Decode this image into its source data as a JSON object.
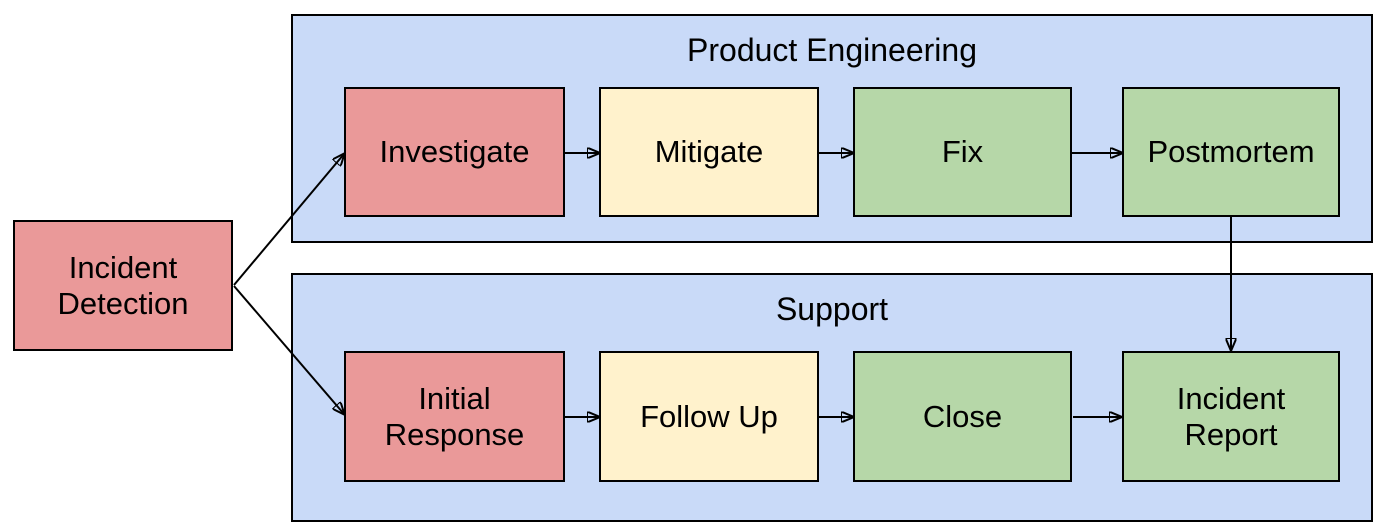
{
  "diagram": {
    "start": {
      "label": "Incident Detection",
      "fill": "#ea9999"
    },
    "lanes": [
      {
        "title": "Product Engineering",
        "fill": "#c9daf8",
        "nodes": [
          {
            "label": "Investigate",
            "fill": "#ea9999"
          },
          {
            "label": "Mitigate",
            "fill": "#fff2cc"
          },
          {
            "label": "Fix",
            "fill": "#b6d7a8"
          },
          {
            "label": "Postmortem",
            "fill": "#b6d7a8"
          }
        ]
      },
      {
        "title": "Support",
        "fill": "#c9daf8",
        "nodes": [
          {
            "label": "Initial Response",
            "fill": "#ea9999"
          },
          {
            "label": "Follow Up",
            "fill": "#fff2cc"
          },
          {
            "label": "Close",
            "fill": "#b6d7a8"
          },
          {
            "label": "Incident Report",
            "fill": "#b6d7a8"
          }
        ]
      }
    ],
    "edges": [
      {
        "from": "Incident Detection",
        "to": "Investigate"
      },
      {
        "from": "Incident Detection",
        "to": "Initial Response"
      },
      {
        "from": "Investigate",
        "to": "Mitigate"
      },
      {
        "from": "Mitigate",
        "to": "Fix"
      },
      {
        "from": "Fix",
        "to": "Postmortem"
      },
      {
        "from": "Postmortem",
        "to": "Incident Report"
      },
      {
        "from": "Initial Response",
        "to": "Follow Up"
      },
      {
        "from": "Follow Up",
        "to": "Close"
      },
      {
        "from": "Close",
        "to": "Incident Report"
      }
    ],
    "colors": {
      "background": "#ffffff",
      "lane_fill": "#c9daf8",
      "node_red": "#ea9999",
      "node_yellow": "#fff2cc",
      "node_green": "#b6d7a8",
      "border": "#000000",
      "arrow": "#000000",
      "text": "#000000"
    }
  }
}
